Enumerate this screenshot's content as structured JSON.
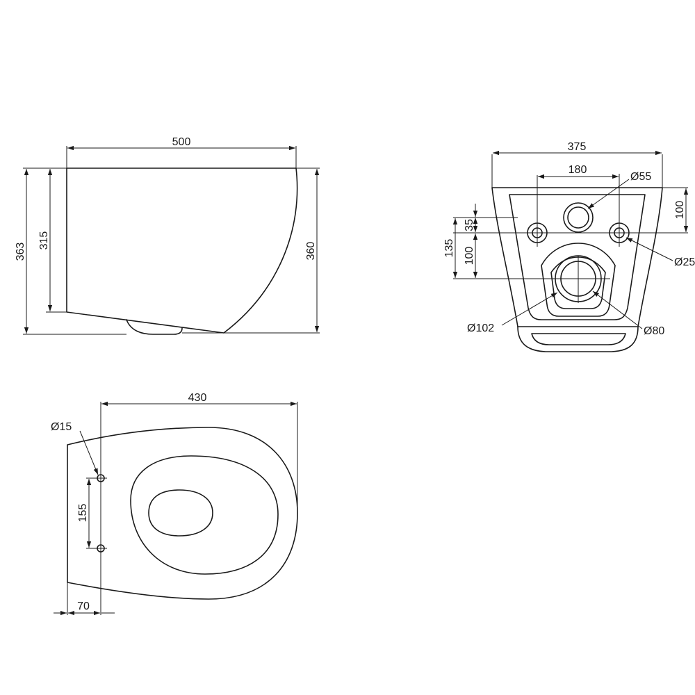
{
  "side_view": {
    "length_top": "500",
    "height_total": "363",
    "height_inner": "315",
    "height_rear": "360"
  },
  "rear_view": {
    "width_total": "375",
    "bolt_spacing": "180",
    "inlet_diameter": "Ø55",
    "inlet_height": "100",
    "bolt_offset": "35",
    "outlet_height_total": "135",
    "outlet_height": "100",
    "bolt_diameter": "Ø25",
    "outlet_outer_diameter": "Ø102",
    "outlet_inner_diameter": "Ø80"
  },
  "top_view": {
    "length": "430",
    "hole_diameter": "Ø15",
    "hole_spacing": "155",
    "hole_offset": "70"
  }
}
